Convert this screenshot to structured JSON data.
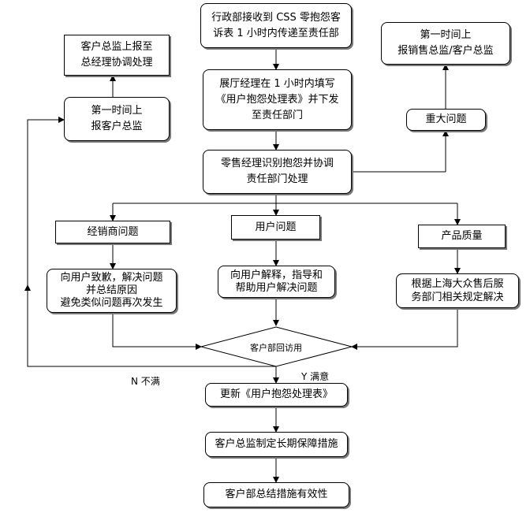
{
  "nodes": {
    "receive": "行政部接收到 CSS 零抱怨客\n诉表 1 小时内传递至责任部",
    "manager_fill": "展厅经理在 1 小时内填写\n《用户抱怨处理表》并下发\n至责任部门",
    "retail_identify": "零售经理识别抱怨并协调\n责任部门处理",
    "major_issue": "重大问题",
    "report_sales": "第一时间上\n报销售总监/客户总监",
    "report_customer": "第一时间上\n报客户总监",
    "customer_director": "客户总监上报至\n总经理协调处理",
    "dealer_issue": "经销商问题",
    "user_issue": "用户问题",
    "product_quality": "产品质量",
    "dealer_action": "向用户致歉，解决问题\n并总结原因\n避免类似问题再次发生",
    "user_action": "向用户解释，指导和\n帮助用户解决问题",
    "product_action": "根据上海大众售后服\n务部门相关规定解决",
    "revisit": "客户部回访用",
    "update_form": "更新《用户抱怨处理表》",
    "long_term": "客户总监制定长期保障措施",
    "summary": "客户部总结措施有效性"
  },
  "labels": {
    "not_satisfied": "N 不满",
    "satisfied": "Y 满意"
  }
}
